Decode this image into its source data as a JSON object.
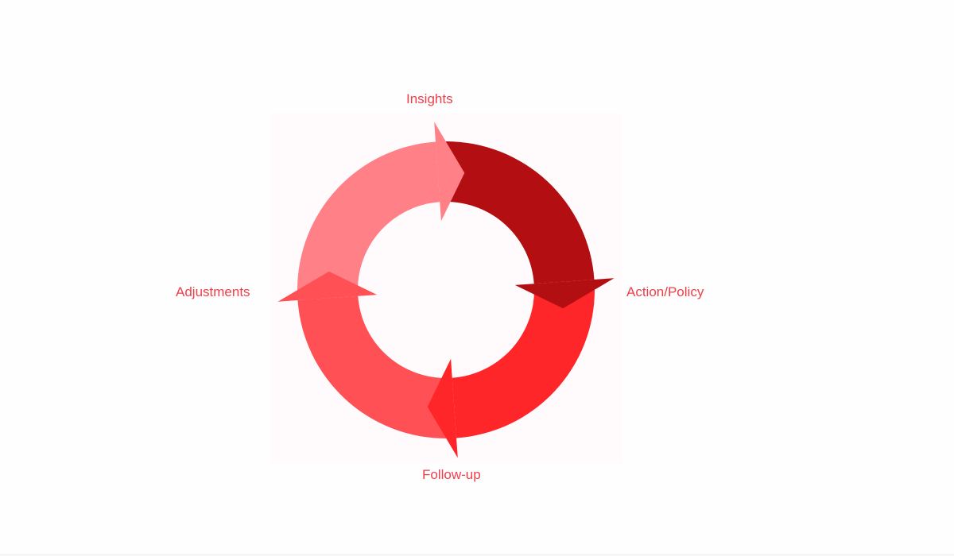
{
  "labels": {
    "top": "Insights",
    "right": "Action/Policy",
    "bottom": "Follow-up",
    "left": "Adjustments"
  },
  "cycle": [
    {
      "name": "insights",
      "color": "#ff8086"
    },
    {
      "name": "action-policy",
      "color": "#b30f12"
    },
    {
      "name": "follow-up",
      "color": "#ff2629"
    },
    {
      "name": "adjustments",
      "color": "#ff5055"
    }
  ],
  "text_color": "#ef3f4a"
}
